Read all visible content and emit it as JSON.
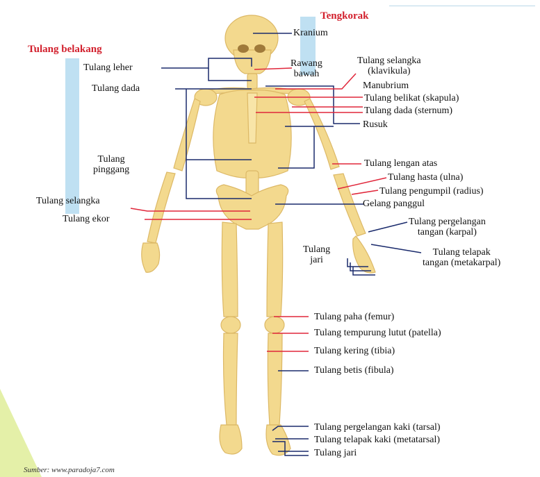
{
  "headings": {
    "skull_group": "Tengkorak",
    "spine_group": "Tulang belakang"
  },
  "labels": {
    "kranium": "Kranium",
    "rawang_bawah": "Rawang\nbawah",
    "tulang_leher": "Tulang leher",
    "tulang_dada_left": "Tulang dada",
    "tulang_selangka_klavikula": "Tulang selangka\n(klavikula)",
    "manubrium": "Manubrium",
    "skapula": "Tulang belikat (skapula)",
    "sternum": "Tulang dada (sternum)",
    "rusuk": "Rusuk",
    "tulang_pinggang": "Tulang\npinggang",
    "lengan_atas": "Tulang lengan atas",
    "ulna": "Tulang hasta (ulna)",
    "radius": "Tulang pengumpil (radius)",
    "gelang_panggul": "Gelang panggul",
    "tulang_selangka_left": "Tulang selangka",
    "tulang_ekor": "Tulang ekor",
    "karpal": "Tulang pergelangan\ntangan (karpal)",
    "tulang_jari_hand": "Tulang\njari",
    "metakarpal": "Tulang telapak\ntangan (metakarpal)",
    "femur": "Tulang paha (femur)",
    "patella": "Tulang tempurung lutut (patella)",
    "tibia": "Tulang kering (tibia)",
    "fibula": "Tulang betis (fibula)",
    "tarsal": "Tulang pergelangan kaki (tarsal)",
    "metatarsal": "Tulang telapak kaki (metatarsal)",
    "tulang_jari_foot": "Tulang jari"
  },
  "source": "Sumber: www.paradoja7.com",
  "colors": {
    "bone": "#f3d98e",
    "bone_shade": "#dcb866",
    "heading_red": "#d21f2c",
    "stripe_blue": "#bfe0f2",
    "line_navy": "#1a2a6c",
    "pointer_red": "#e0263a",
    "corner_green": "#e4f0a8"
  }
}
